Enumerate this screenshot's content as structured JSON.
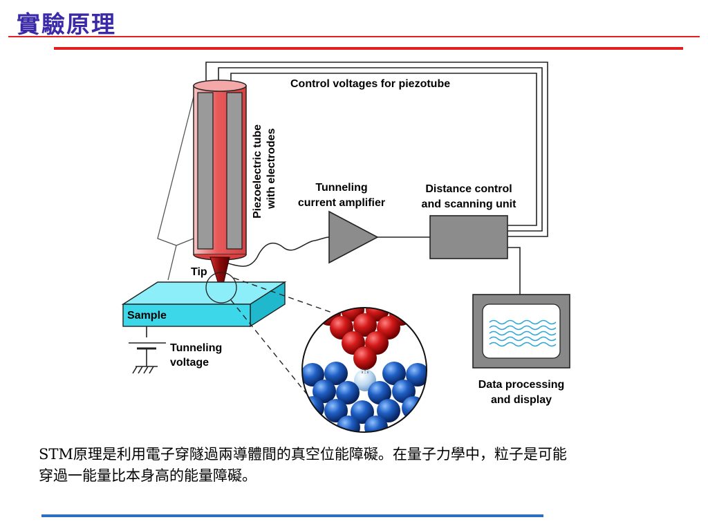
{
  "title": "實驗原理",
  "colors": {
    "title": "#3a2aa8",
    "top_rule": "#e02020",
    "bottom_rule": "#2a6fc0",
    "tube": "#e85a5a",
    "sample": "#3cd8ea",
    "tip_atoms": "#c81414",
    "sample_atoms": "#1f5fc4"
  },
  "diagram": {
    "control_voltages_label": "Control voltages for piezotube",
    "piezo_label_line1": "Piezoelectric tube",
    "piezo_label_line2": "with electrodes",
    "amplifier_label_line1": "Tunneling",
    "amplifier_label_line2": "current amplifier",
    "distance_label_line1": "Distance control",
    "distance_label_line2": "and scanning unit",
    "tip_label": "Tip",
    "sample_label": "Sample",
    "voltage_label_line1": "Tunneling",
    "voltage_label_line2": "voltage",
    "display_label_line1": "Data processing",
    "display_label_line2": "and display"
  },
  "body": {
    "line1": "STM原理是利用電子穿隧過兩導體間的真空位能障礙。在量子力學中，粒子是可能",
    "line2": "穿過一能量比本身高的能量障礙。"
  }
}
